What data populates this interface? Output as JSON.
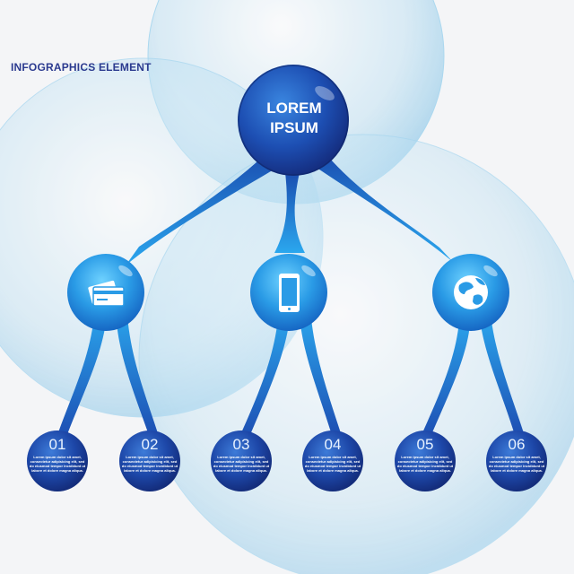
{
  "heading": "INFOGRAPHICS ELEMENT",
  "root": {
    "label_line1": "LOREM",
    "label_line2": "IPSUM"
  },
  "branches": [
    {
      "icon": "credit-card-icon"
    },
    {
      "icon": "smartphone-icon"
    },
    {
      "icon": "globe-icon"
    }
  ],
  "leaves": [
    {
      "number": "01",
      "text": "Lorem ipsum dolor sit amet, consectetur adipisicing elit, sed do eiusmod tempor incididunt ut labore et dolore magna aliqua."
    },
    {
      "number": "02",
      "text": "Lorem ipsum dolor sit amet, consectetur adipisicing elit, sed do eiusmod tempor incididunt ut labore et dolore magna aliqua."
    },
    {
      "number": "03",
      "text": "Lorem ipsum dolor sit amet, consectetur adipisicing elit, sed do eiusmod tempor incididunt ut labore et dolore magna aliqua."
    },
    {
      "number": "04",
      "text": "Lorem ipsum dolor sit amet, consectetur adipisicing elit, sed do eiusmod tempor incididunt ut labore et dolore magna aliqua."
    },
    {
      "number": "05",
      "text": "Lorem ipsum dolor sit amet, consectetur adipisicing elit, sed do eiusmod tempor incididunt ut labore et dolore magna aliqua."
    },
    {
      "number": "06",
      "text": "Lorem ipsum dolor sit amet, consectetur adipisicing elit, sed do eiusmod tempor incididunt ut labore et dolore magna aliqua."
    }
  ],
  "colors": {
    "primary": "#1f5fc4",
    "dark": "#16307f",
    "accent": "#2aa8ef",
    "bubble": "#bfe2f3",
    "text_dark": "#2b3a8f"
  }
}
